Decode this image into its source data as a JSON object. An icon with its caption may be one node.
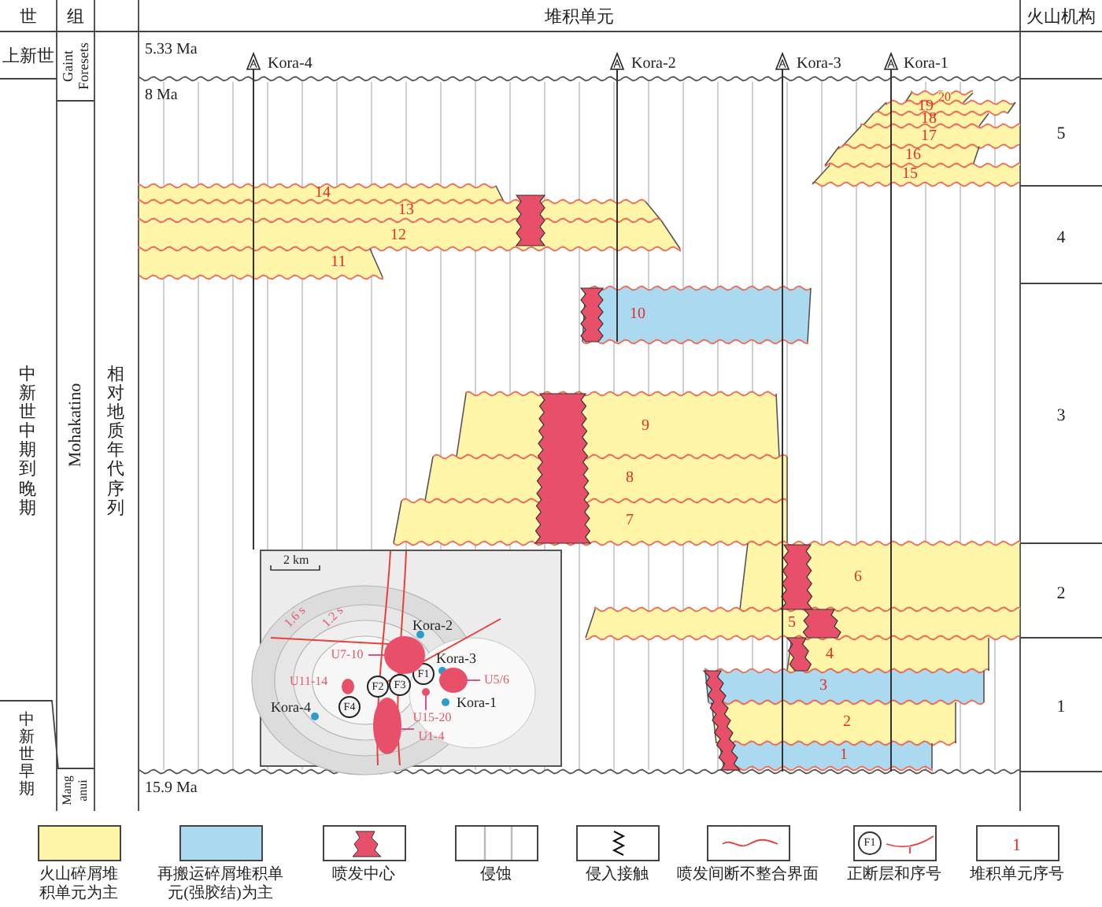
{
  "diagram": {
    "nodes": [
      {
        "text": [
          "20"
        ]
      },
      {
        "text": [
          "19"
        ]
      },
      {
        "text": [
          "18"
        ]
      },
      {
        "text": [
          "17"
        ]
      },
      {
        "text": [
          "16"
        ]
      },
      {
        "text": [
          "15"
        ]
      },
      {
        "text": [
          "14"
        ]
      },
      {
        "text": [
          "13"
        ]
      },
      {
        "text": [
          "12"
        ]
      },
      {
        "text": [
          "11"
        ]
      },
      {
        "text": [
          "10"
        ]
      },
      {
        "text": [
          "9"
        ]
      },
      {
        "text": [
          "8"
        ]
      },
      {
        "text": [
          "7"
        ]
      },
      {
        "text": [
          "6"
        ]
      },
      {
        "text": [
          "5"
        ]
      },
      {
        "text": [
          "4"
        ]
      },
      {
        "text": [
          "3"
        ]
      },
      {
        "text": [
          "2"
        ]
      },
      {
        "text": [
          "1"
        ]
      },
      {
        "text": [
          "U7-10"
        ]
      },
      {
        "text": [
          "U5/6"
        ]
      },
      {
        "text": [
          "U15-20"
        ]
      },
      {
        "text": [
          "U1-4"
        ]
      },
      {
        "text": [
          "F2"
        ]
      },
      {
        "text": [
          "F3"
        ]
      },
      {
        "text": [
          "F1"
        ]
      },
      {
        "text": [
          "F4"
        ]
      },
      {
        "text": [],
        "shape": "circle"
      },
      {
        "text": [],
        "shape": "circle"
      },
      {
        "text": [],
        "shape": "circle"
      },
      {
        "text": [],
        "shape": "circle"
      }
    ],
    "edges": [
      {
        "from": 20,
        "to": 28,
        "arrow": "none"
      },
      {
        "from": 21,
        "to": 29,
        "arrow": "none"
      },
      {
        "from": 22,
        "to": 30,
        "arrow": "none"
      },
      {
        "from": 23,
        "to": 31,
        "arrow": "none"
      }
    ],
    "labels": [
      "世",
      "组",
      "堆积单元",
      "火山机构",
      "上新世",
      "Gaint Foresets",
      "5.33 Ma",
      "Kora-4",
      "Kora-2",
      "Kora-3",
      "Kora-1",
      "8 Ma",
      "5",
      "4",
      "3",
      "2",
      "1",
      "中新世中期到晚期",
      "Mohakatino",
      "相对地质年代序列",
      "中新世早期",
      "Mang anui",
      "15.9 Ma",
      "2 km",
      "1.6 s",
      "1.2 s",
      "Kora-2",
      "Kora-3",
      "U11-14",
      "Kora-4",
      "Kora-1",
      "F1",
      "1"
    ],
    "legend": [
      {
        "text": "火山碎屑堆积单元为主",
        "color": "#fff5a8"
      },
      {
        "text": "再搬运碎屑堆积单元(强胶结)为主",
        "color": "#aad9f0"
      },
      {
        "text": "喷发中心"
      },
      {
        "text": "侵蚀"
      },
      {
        "text": "侵入接触"
      },
      {
        "text": "喷发间断不整合界面"
      },
      {
        "text": "正断层和序号"
      },
      {
        "text": "堆积单元序号"
      }
    ]
  }
}
